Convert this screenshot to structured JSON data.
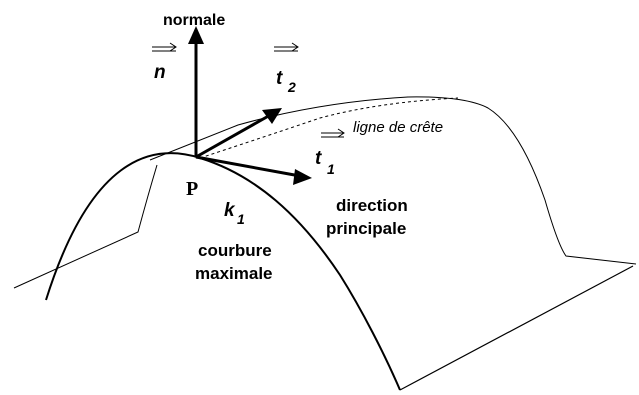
{
  "figure": {
    "labels": {
      "normale": "normale",
      "n": "n",
      "t2": "t",
      "t2_sub": "2",
      "ridge": "ligne de crête",
      "t1": "t",
      "t1_sub": "1",
      "point": "P",
      "k1": "k",
      "k1_sub": "1",
      "direction_line1": "direction",
      "direction_line2": "principale",
      "courbure_line1": "courbure",
      "courbure_line2": "maximale"
    },
    "colors": {
      "stroke": "#000000",
      "background": "#ffffff"
    }
  }
}
